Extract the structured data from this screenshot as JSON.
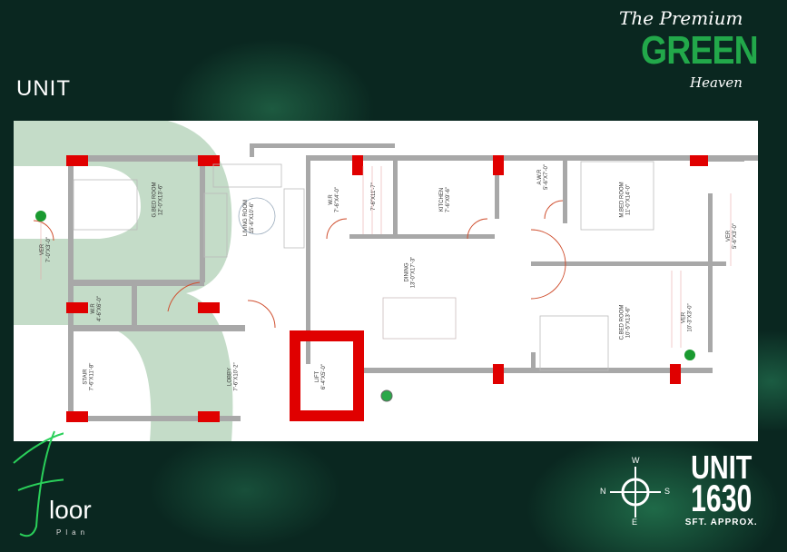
{
  "header": {
    "title": "UNIT"
  },
  "logo": {
    "line1": "The Premium",
    "line2": "GREEN",
    "line3": "Heaven"
  },
  "rooms": {
    "g_bed": {
      "name": "G.BED ROOM",
      "size": "12'-0\"X13'-6\""
    },
    "ver_left": {
      "name": "VER",
      "size": "7'-0\"X3'-0\""
    },
    "wr_left": {
      "name": "W.R",
      "size": "4'-6\"X6'-0\""
    },
    "stair": {
      "name": "STAIR",
      "size": "7'-6\"X11'-8\""
    },
    "lobby": {
      "name": "LOBBY",
      "size": "7'-6\"X10'-2\""
    },
    "living": {
      "name": "LIVING ROOM",
      "size": "15'-6\"X10'-6\""
    },
    "wr": {
      "name": "W.R",
      "size": "7'-6\"X4'-0\""
    },
    "stair2": {
      "name": "",
      "size": "7'-6\"X11'-7\""
    },
    "kitchen": {
      "name": "KITCHEN",
      "size": "7'-6\"X9'-6\""
    },
    "awr": {
      "name": "A.W.R",
      "size": "5'-6\"X7'-0\""
    },
    "m_bed": {
      "name": "M.BED ROOM",
      "size": "11'-0\"X14'-0\""
    },
    "ver_right": {
      "name": "VER",
      "size": "5'-6\"X3'-0\""
    },
    "dining": {
      "name": "DINING",
      "size": "13'-0\"X17'-3\""
    },
    "c_bed": {
      "name": "C.BED ROOM",
      "size": "10'-5\"X13'-6\""
    },
    "ver_c": {
      "name": "VER",
      "size": "10'-3\"X3'-0\""
    },
    "lift": {
      "name": "LIFT",
      "size": "6'-4\"X5'-0\""
    }
  },
  "footer": {
    "floor_word": "loor",
    "floor_sub": "Plan",
    "compass": {
      "n": "N",
      "s": "S",
      "e": "E",
      "w": "W"
    },
    "unit_label": "UNIT",
    "unit_area": "1630",
    "unit_sub": "SFT. APPROX."
  },
  "colors": {
    "background": "#0a2720",
    "accent": "#22a84a",
    "column": "#e00000",
    "wall": "#a8a8a8"
  }
}
